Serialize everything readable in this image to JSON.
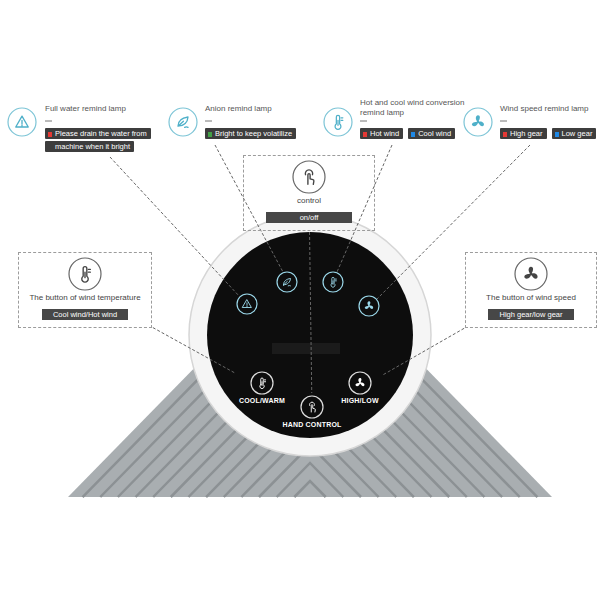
{
  "diagram": {
    "nodes": [
      {
        "text": [
          "control",
          "on/off"
        ]
      },
      {
        "text": [
          "The button of wind temperature",
          "Cool wind/Hot wind"
        ]
      },
      {
        "text": [
          "The button of wind speed",
          "High gear/low gear"
        ]
      },
      {
        "text": [
          "COOL/WARM"
        ]
      },
      {
        "text": [
          "HIGH/LOW"
        ]
      },
      {
        "text": [
          "HAND CONTROL"
        ]
      }
    ],
    "edges": [
      {
        "from": 0,
        "to": 5,
        "arrow": "none"
      },
      {
        "from": 1,
        "to": 3,
        "arrow": "none"
      },
      {
        "from": 2,
        "to": 4,
        "arrow": "none"
      }
    ],
    "labels": [
      "Full water remind lamp",
      "Please drain the water from machine when it bright",
      "Anion remind lamp",
      "Bright to keep volatilize",
      "Hot and cool wind conversion remind lamp",
      "Hot wind",
      "Cool wind",
      "Wind speed remind lamp",
      "High gear",
      "Low gear"
    ]
  }
}
